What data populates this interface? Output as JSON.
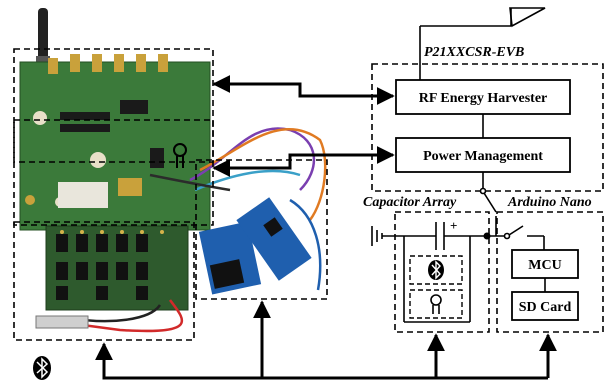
{
  "evb_title": "P21XXCSR-EVB",
  "blocks": {
    "harvester": "RF Energy Harvester",
    "power_mgmt": "Power Management",
    "mcu": "MCU",
    "sd_card": "SD Card"
  },
  "groups": {
    "capacitor_array": "Capacitor Array",
    "arduino_nano": "Arduino Nano"
  },
  "capacitor_polarity": "+",
  "icons": {
    "bluetooth": "bluetooth-icon",
    "light": "led-icon",
    "antenna": "antenna-icon",
    "ground": "ground-icon"
  },
  "colors": {
    "line": "#000000",
    "pcb_green": "#3b7a3a",
    "arduino_blue": "#1f5fae",
    "wire_purple": "#7a3fb0",
    "wire_orange": "#e07a22",
    "wire_red": "#d22a2a"
  }
}
